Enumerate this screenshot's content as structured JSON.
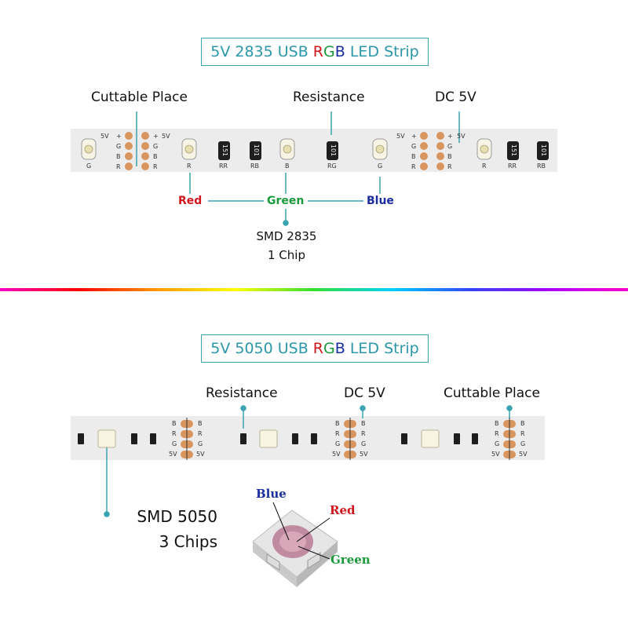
{
  "top": {
    "title_prefix": "5V 2835 USB ",
    "title_r": "R",
    "title_g": "G",
    "title_b": "B",
    "title_suffix": " LED Strip",
    "callout_cut": "Cuttable Place",
    "callout_res": "Resistance",
    "callout_dc": "DC 5V",
    "color_red": "Red",
    "color_green": "Green",
    "color_blue": "Blue",
    "chip_line1": "SMD 2835",
    "chip_line2": "1 Chip",
    "pad_labels": {
      "v5": "5V",
      "plus": "+",
      "g": "G",
      "b": "B",
      "r": "R"
    },
    "led_labels": [
      "G",
      "R",
      "B",
      "G",
      "R"
    ],
    "res_labels": [
      "RR",
      "RB",
      "RG",
      "RR",
      "RB"
    ],
    "res_codes": [
      "151",
      "101",
      "101",
      "151",
      "101"
    ]
  },
  "bottom": {
    "title_prefix": "5V 5050 USB ",
    "title_r": "R",
    "title_g": "G",
    "title_b": "B",
    "title_suffix": " LED Strip",
    "callout_res": "Resistance",
    "callout_dc": "DC 5V",
    "callout_cut": "Cuttable Place",
    "chip_line1": "SMD 5050",
    "chip_line2": "3 Chips",
    "pad_labels": {
      "b": "B",
      "r": "R",
      "g": "G",
      "v5": "5V"
    },
    "led_blue": "Blue",
    "led_red": "Red",
    "led_green": "Green"
  },
  "colors": {
    "accent": "#2b97a8",
    "red": "#d0181c",
    "green": "#1a9a3a",
    "blue": "#1a2ea0",
    "pad": "#d9955e"
  }
}
